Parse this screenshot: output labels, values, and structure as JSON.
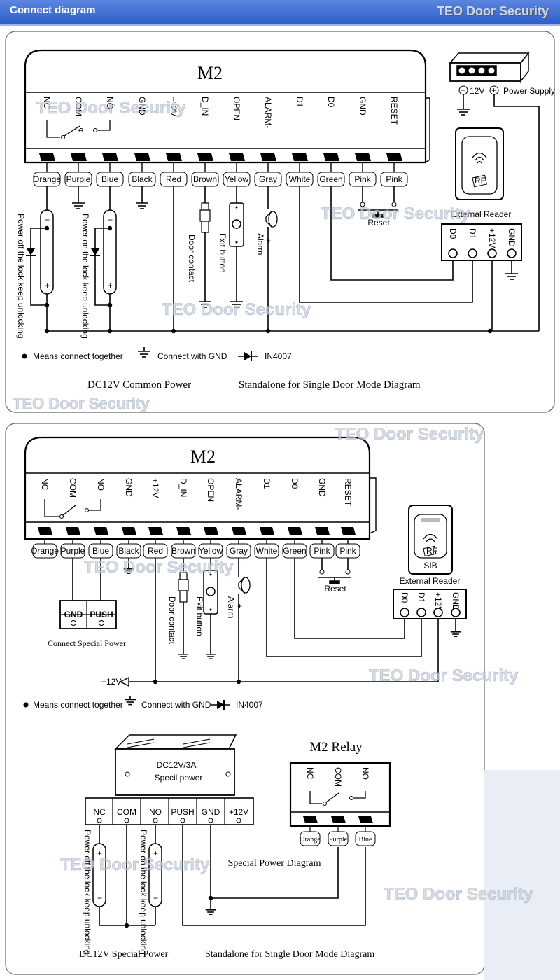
{
  "header": {
    "title": "Connect diagram",
    "brand": "TEO Door Security"
  },
  "watermark": "TEO Door Security",
  "diagram1": {
    "device": "M2",
    "terminals": [
      "NC",
      "COM",
      "NO",
      "GND",
      "+12V",
      "D_IN",
      "OPEN",
      "ALARM-",
      "D1",
      "D0",
      "GND",
      "RESET"
    ],
    "wires": [
      "Orange",
      "Purple",
      "Blue",
      "Black",
      "Red",
      "Brown",
      "Yellow",
      "Gray",
      "White",
      "Green",
      "Pink",
      "Pink"
    ],
    "power_supply": {
      "voltage": "12V",
      "label": "Power Supply",
      "minus": "−",
      "plus": "+"
    },
    "reader": {
      "label": "External Reader",
      "card": "RF"
    },
    "reader_terms": [
      "D0",
      "D1",
      "+12V",
      "GND"
    ],
    "reset": "Reset",
    "lock_off": "Power off the lock keep unlocking",
    "lock_on": "Power on the lock keep unlocking",
    "door_contact": "Door contact",
    "exit_button": "Exit button",
    "alarm": "Alarm",
    "legend": {
      "dot": "Means connect together",
      "gnd": "Connect with GND",
      "diode": "IN4007"
    },
    "caption_left": "DC12V Common Power",
    "caption_right": "Standalone for Single Door Mode Diagram"
  },
  "diagram2": {
    "device": "M2",
    "terminals": [
      "NC",
      "COM",
      "NO",
      "GND",
      "+12V",
      "D_IN",
      "OPEN",
      "ALARM-",
      "D1",
      "D0",
      "GND",
      "RESET"
    ],
    "wires": [
      "Orange",
      "Purple",
      "Blue",
      "Black",
      "Red",
      "Brown",
      "Yellow",
      "Gray",
      "White",
      "Green",
      "Pink",
      "Pink"
    ],
    "reader": {
      "label": "External Reader",
      "card": "RF",
      "model": "SIB"
    },
    "reader_terms": [
      "D0",
      "D1",
      "+12V",
      "GND"
    ],
    "reset": "Reset",
    "special_terms": [
      "GND",
      "PUSH"
    ],
    "special_caption": "Connect Special Power",
    "v12": "+12V",
    "door_contact": "Door contact",
    "exit_button": "Exit button",
    "alarm": "Alarm",
    "legend": {
      "dot": "Means connect together",
      "gnd": "Connect with GND",
      "diode": "IN4007"
    },
    "psu": {
      "line1": "DC12V/3A",
      "line2": "Specil power"
    },
    "psu_terms": [
      "NC",
      "COM",
      "NO",
      "PUSH",
      "GND",
      "+12V"
    ],
    "relay_title": "M2 Relay",
    "relay_terms": [
      "NC",
      "COM",
      "NO"
    ],
    "relay_wires": [
      "Orange",
      "Purple",
      "Blue"
    ],
    "lock_off": "Power off the lock keep unlocking",
    "lock_on": "Power on the lock keep unlocking",
    "special_diagram": "Special Power  Diagram",
    "caption_left": "DC12V Special Power",
    "caption_right": "Standalone for Single Door Mode Diagram"
  }
}
